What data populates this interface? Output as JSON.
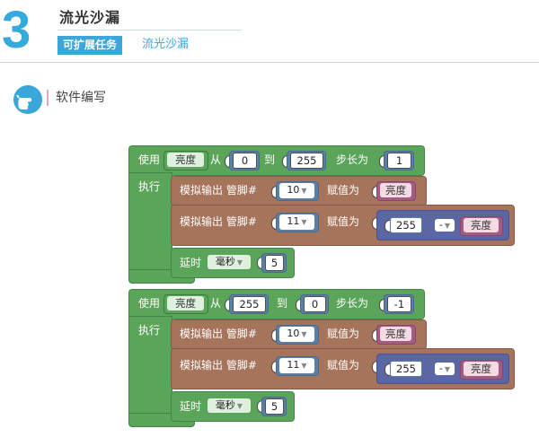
{
  "header": {
    "number": "3",
    "title": "流光沙漏",
    "badge": "可扩展任务",
    "subtitle": "流光沙漏"
  },
  "section": {
    "title": "软件编写"
  },
  "blocks": {
    "loop1": {
      "use": "使用",
      "var": "亮度",
      "from": "从",
      "start": "0",
      "to": "到",
      "end": "255",
      "step_label": "步长为",
      "step": "1",
      "exec": "执行",
      "write1": {
        "label": "模拟输出 管脚#",
        "pin": "10",
        "assign": "赋值为",
        "value": "亮度"
      },
      "write2": {
        "label": "模拟输出 管脚#",
        "pin": "11",
        "assign": "赋值为",
        "a": "255",
        "op": "-",
        "b": "亮度"
      },
      "delay": {
        "label": "延时",
        "unit": "毫秒",
        "value": "5"
      }
    },
    "loop2": {
      "use": "使用",
      "var": "亮度",
      "from": "从",
      "start": "255",
      "to": "到",
      "end": "0",
      "step_label": "步长为",
      "step": "-1",
      "exec": "执行",
      "write1": {
        "label": "模拟输出 管脚#",
        "pin": "10",
        "assign": "赋值为",
        "value": "亮度"
      },
      "write2": {
        "label": "模拟输出 管脚#",
        "pin": "11",
        "assign": "赋值为",
        "a": "255",
        "op": "-",
        "b": "亮度"
      },
      "delay": {
        "label": "延时",
        "unit": "毫秒",
        "value": "5"
      }
    }
  },
  "colors": {
    "accent": "#35aadf",
    "loop": "#5ba55b",
    "io": "#a5745b",
    "math": "#5b67a5",
    "variable": "#a55b80"
  }
}
